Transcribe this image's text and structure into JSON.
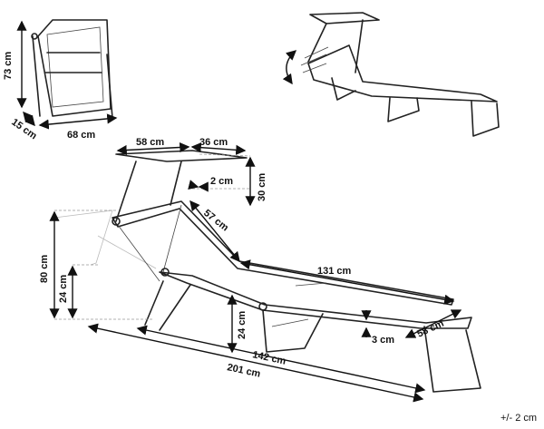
{
  "folded_view": {
    "height": "73 cm",
    "depth": "15 cm",
    "width": "68 cm"
  },
  "canopy": {
    "depth": "58 cm",
    "width": "36 cm",
    "tube": "2 cm",
    "height": "30 cm",
    "arm": "57 cm"
  },
  "lounger": {
    "overall_height": "80 cm",
    "backrest_low_height": "24 cm",
    "seat_height": "24 cm",
    "bed_length": "131 cm",
    "frame_thickness": "3 cm",
    "width": "58 cm",
    "frame_length": "142 cm",
    "total_length": "201 cm"
  },
  "tolerance": "+/- 2 cm"
}
